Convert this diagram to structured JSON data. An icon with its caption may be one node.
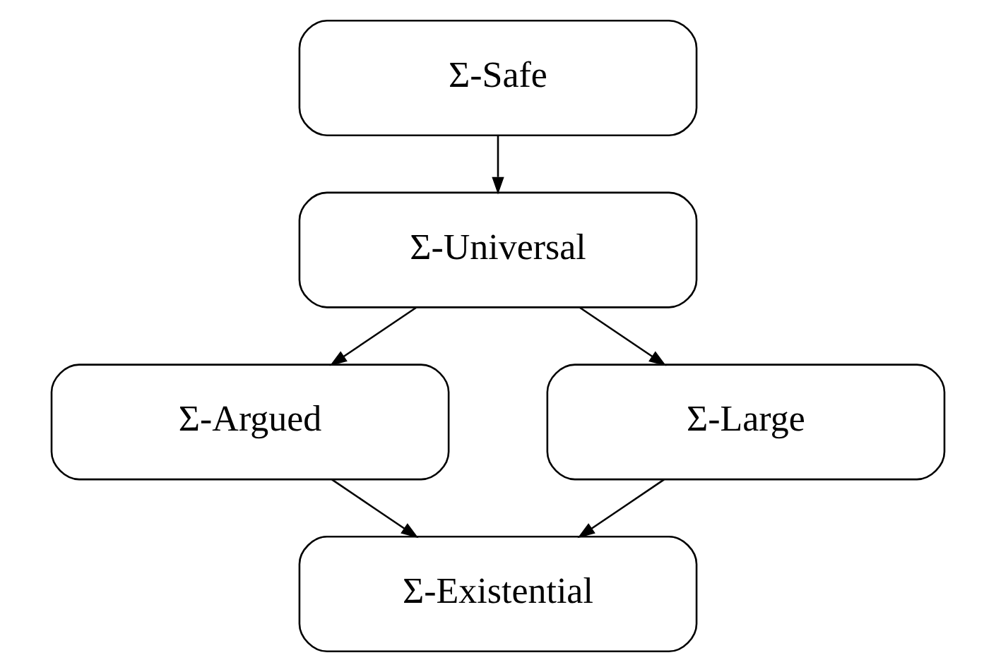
{
  "diagram": {
    "nodes": [
      {
        "text": [
          "Σ-Safe"
        ]
      },
      {
        "text": [
          "Σ-Universal"
        ]
      },
      {
        "text": [
          "Σ-Argued"
        ]
      },
      {
        "text": [
          "Σ-Large"
        ]
      },
      {
        "text": [
          "Σ-Existential"
        ]
      }
    ],
    "edges": [
      {
        "from": 0,
        "to": 1,
        "arrow": "to"
      },
      {
        "from": 1,
        "to": 2,
        "arrow": "to"
      },
      {
        "from": 1,
        "to": 3,
        "arrow": "to"
      },
      {
        "from": 2,
        "to": 4,
        "arrow": "to"
      },
      {
        "from": 3,
        "to": 4,
        "arrow": "to"
      }
    ]
  }
}
